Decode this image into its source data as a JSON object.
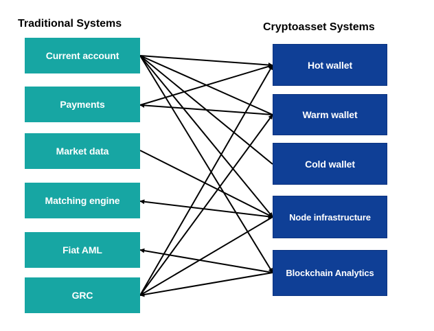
{
  "titles": {
    "left": "Traditional Systems",
    "right": "Cryptoasset Systems"
  },
  "traditional": [
    {
      "id": "current_account",
      "label": "Current account"
    },
    {
      "id": "payments",
      "label": "Payments"
    },
    {
      "id": "market_data",
      "label": "Market data"
    },
    {
      "id": "matching_engine",
      "label": "Matching engine"
    },
    {
      "id": "fiat_aml",
      "label": "Fiat AML"
    },
    {
      "id": "grc",
      "label": "GRC"
    }
  ],
  "crypto": [
    {
      "id": "hot_wallet",
      "label": "Hot wallet"
    },
    {
      "id": "warm_wallet",
      "label": "Warm wallet"
    },
    {
      "id": "cold_wallet",
      "label": "Cold wallet"
    },
    {
      "id": "node_infrastructure",
      "label": "Node infrastructure"
    },
    {
      "id": "blockchain_analytics",
      "label": "Blockchain Analytics"
    }
  ],
  "colors": {
    "traditional_box": "#17a6a3",
    "crypto_box": "#0f3f96",
    "connector": "#000000"
  },
  "connections": [
    {
      "from": "current_account",
      "to": "hot_wallet",
      "arrow_at": "to"
    },
    {
      "from": "current_account",
      "to": "warm_wallet",
      "arrow_at": "none"
    },
    {
      "from": "current_account",
      "to": "cold_wallet",
      "arrow_at": "none"
    },
    {
      "from": "current_account",
      "to": "node_infrastructure",
      "arrow_at": "to"
    },
    {
      "from": "current_account",
      "to": "blockchain_analytics",
      "arrow_at": "to"
    },
    {
      "from": "warm_wallet",
      "to": "payments",
      "arrow_at": "to"
    },
    {
      "from": "payments",
      "to": "hot_wallet",
      "arrow_at": "to"
    },
    {
      "from": "market_data",
      "to": "node_infrastructure",
      "arrow_at": "to"
    },
    {
      "from": "node_infrastructure",
      "to": "matching_engine",
      "arrow_at": "both"
    },
    {
      "from": "blockchain_analytics",
      "to": "fiat_aml",
      "arrow_at": "to"
    },
    {
      "from": "grc",
      "to": "hot_wallet",
      "arrow_at": "to"
    },
    {
      "from": "grc",
      "to": "warm_wallet",
      "arrow_at": "to"
    },
    {
      "from": "node_infrastructure",
      "to": "grc",
      "arrow_at": "to"
    },
    {
      "from": "blockchain_analytics",
      "to": "grc",
      "arrow_at": "to"
    }
  ]
}
